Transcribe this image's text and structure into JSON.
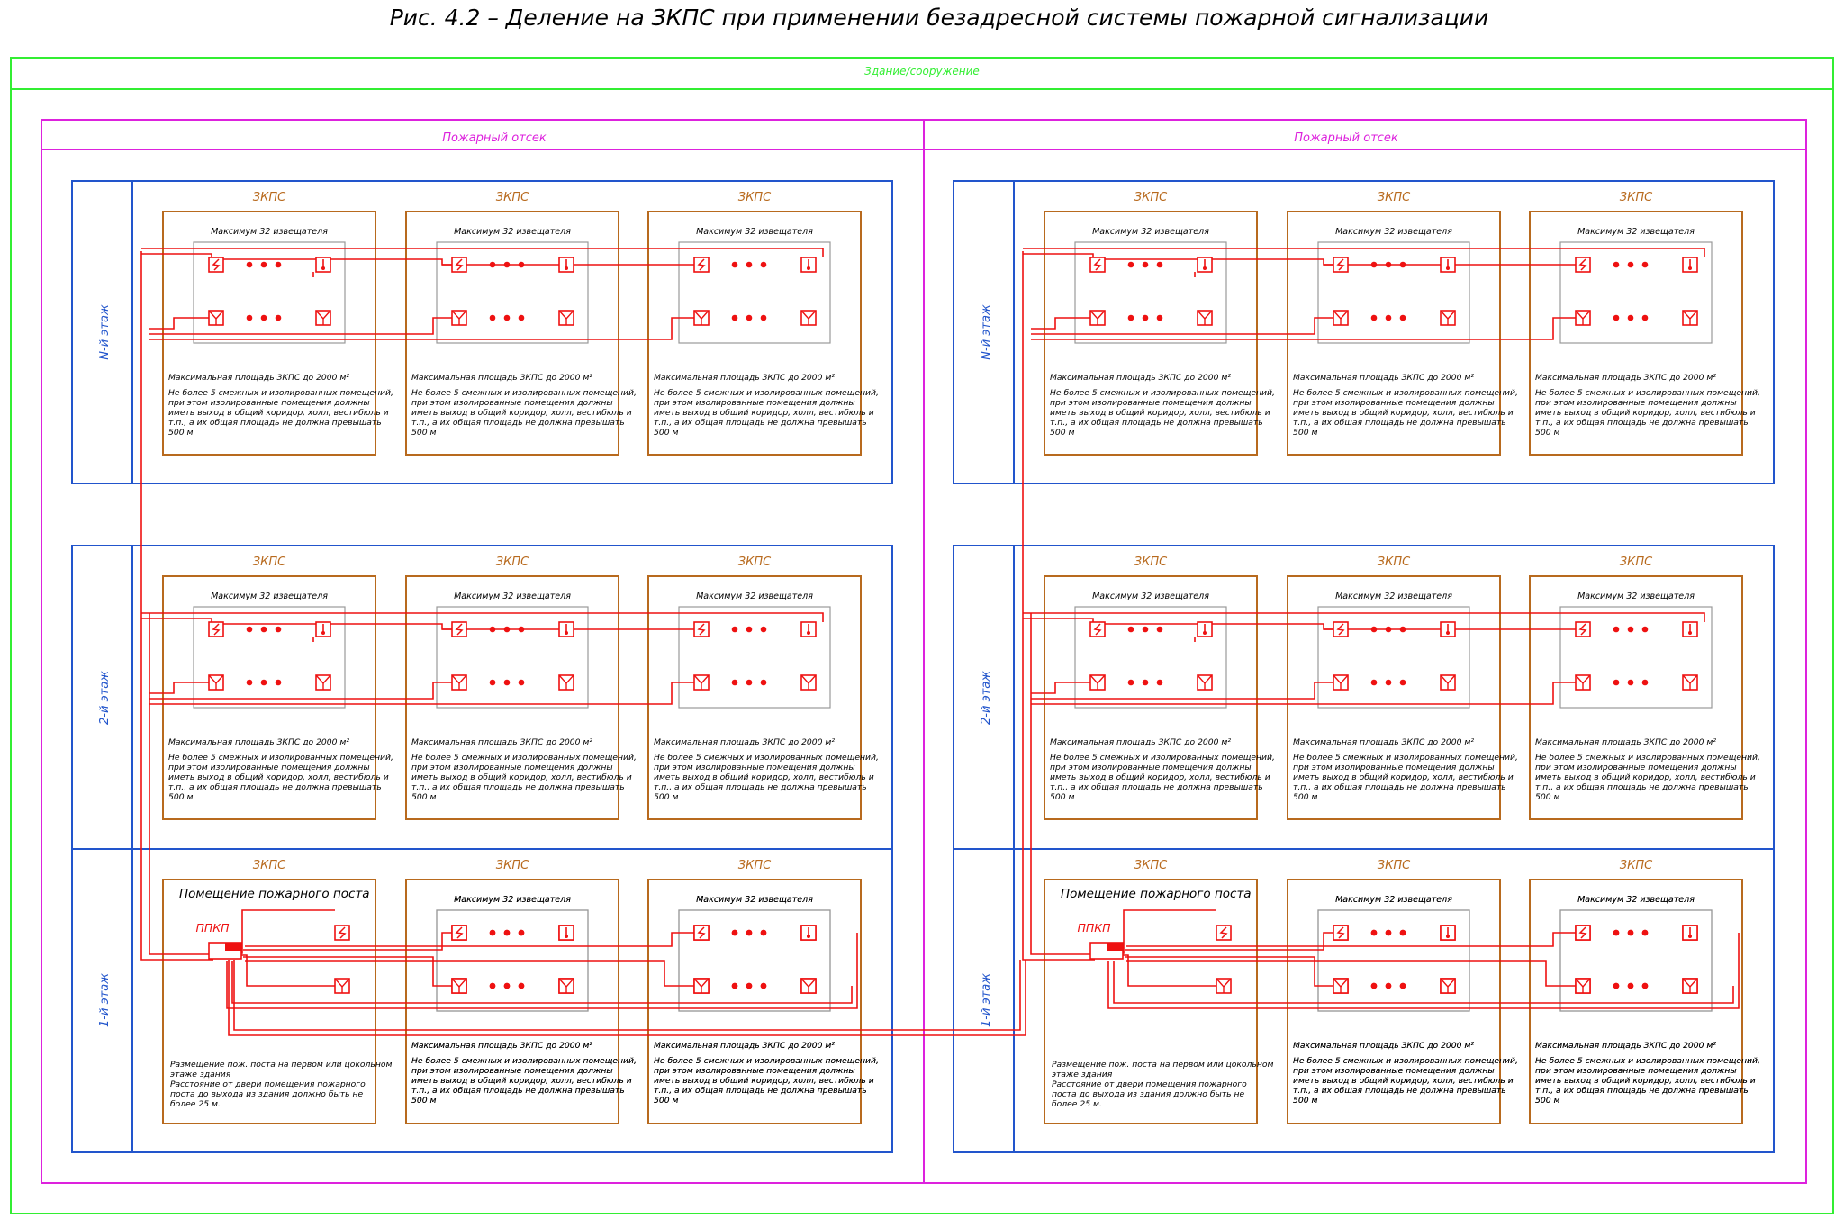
{
  "title": "Рис. 4.2 – Деление на ЗКПС при применении безадресной системы пожарной сигнализации",
  "building_label": "Здание/сооружение",
  "compartments": [
    {
      "label": "Пожарный отсек",
      "floors": [
        {
          "label": "N-й этаж",
          "zones": [
            "ЗКПС",
            "ЗКПС",
            "ЗКПС"
          ]
        },
        {
          "label": "2-й этаж",
          "zones": [
            "ЗКПС",
            "ЗКПС",
            "ЗКПС"
          ]
        },
        {
          "label": "1-й этаж",
          "zones": [
            "ЗКПС",
            "ЗКПС",
            "ЗКПС"
          ]
        }
      ]
    },
    {
      "label": "Пожарный отсек",
      "floors": [
        {
          "label": "N-й этаж",
          "zones": [
            "ЗКПС",
            "ЗКПС",
            "ЗКПС"
          ]
        },
        {
          "label": "2-й этаж",
          "zones": [
            "ЗКПС",
            "ЗКПС",
            "ЗКПС"
          ]
        },
        {
          "label": "1-й этаж",
          "zones": [
            "ЗКПС",
            "ЗКПС",
            "ЗКПС"
          ]
        }
      ]
    }
  ],
  "detector_group_label": "Максимум 32 извещателя",
  "zone_note": {
    "heading": "Максимальная площадь ЗКПС до 2000 м²",
    "lines": [
      "Не более 5 смежных и изолированных помещений,",
      "при этом изолированные помещения должны",
      "иметь выход в общий коридор, холл, вестибюль и",
      "т.п., а их общая площадь не должна превышать",
      "500 м"
    ]
  },
  "fire_post": {
    "title": "Помещение пожарного поста",
    "panel_label": "ППКП",
    "note_lines": [
      "Размещение пож. поста на первом или цокольном",
      "этаже здания",
      "Расстояние от двери помещения пожарного",
      "поста до выхода из здания должно быть не",
      "более 25 м."
    ]
  },
  "colors": {
    "building": "#33ee33",
    "compartment": "#dd22dd",
    "floor": "#2255cc",
    "zone": "#b86a1e",
    "wire": "#ee1111",
    "detector_group": "#999999"
  },
  "icons": {
    "heat_detector": "lightning-icon",
    "smoke_detector": "thermometer-icon",
    "manual_call_point": "envelope-icon"
  }
}
